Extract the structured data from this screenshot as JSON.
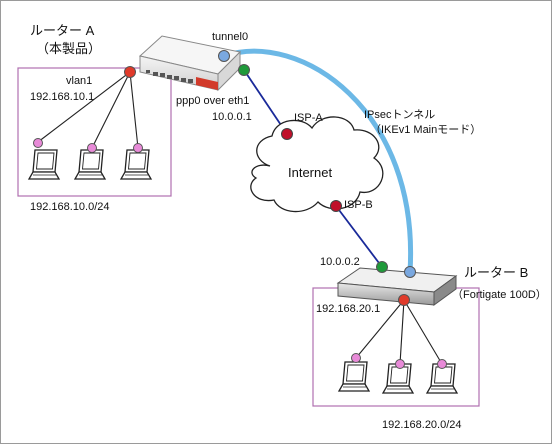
{
  "router_a": {
    "name": "ルーター A",
    "subtitle": "（本製品）",
    "lan_if": "vlan1",
    "lan_ip": "192.168.10.1",
    "wan_if": "ppp0 over eth1",
    "wan_ip": "10.0.0.1",
    "tunnel_if": "tunnel0",
    "lan_subnet": "192.168.10.0/24"
  },
  "router_b": {
    "name": "ルーター B",
    "model": "（Fortigate 100D）",
    "wan_ip": "10.0.0.2",
    "lan_ip": "192.168.20.1",
    "lan_subnet": "192.168.20.0/24"
  },
  "internet": {
    "label": "Internet",
    "isp_a": "ISP-A",
    "isp_b": "ISP-B"
  },
  "tunnel": {
    "label_line1": "IPsecトンネル",
    "label_line2": "（IKEv1 Mainモード）"
  },
  "colors": {
    "lan_box": "#b070b0",
    "tunnel": "#6cb8e6",
    "wan_line": "#1a2a9a",
    "node_red": "#e03a2a",
    "node_green": "#1f9a3a",
    "node_blue": "#7aa8e0",
    "node_pink": "#e88ad8",
    "isp_red": "#c0102a"
  }
}
